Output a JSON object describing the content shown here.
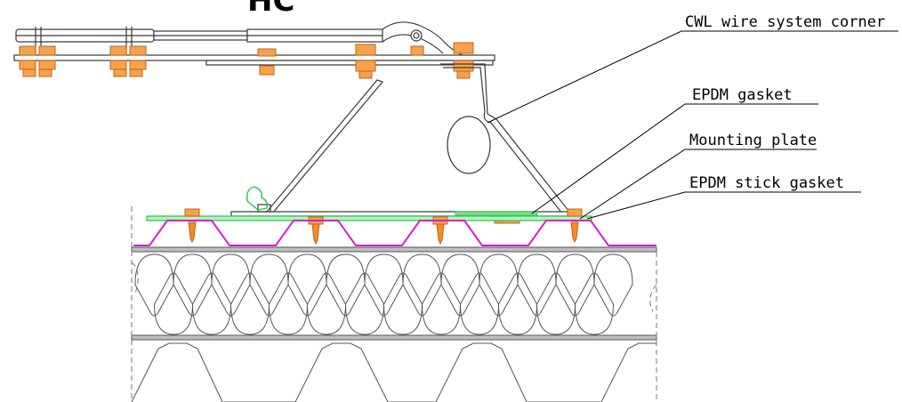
{
  "diagram": {
    "title": "HC",
    "callouts": [
      {
        "id": "cwl",
        "label": "CWL wire system corner"
      },
      {
        "id": "epdm",
        "label": "EPDM gasket"
      },
      {
        "id": "plate",
        "label": "Mounting plate"
      },
      {
        "id": "stick",
        "label": "EPDM stick gasket"
      }
    ],
    "colors": {
      "line": "#3a3a3a",
      "bolt": "#f28c28",
      "gasket_green": "#22c84a",
      "sheet_magenta": "#d81fd0",
      "dashed": "#777777",
      "dark_band": "#555555"
    }
  }
}
